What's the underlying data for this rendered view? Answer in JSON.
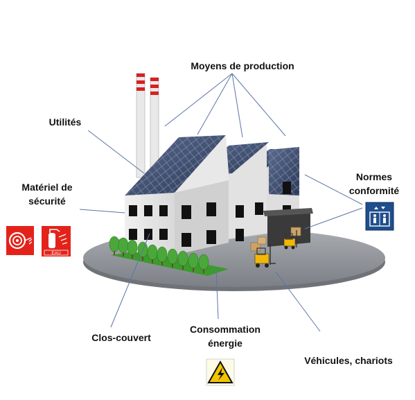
{
  "labels": {
    "moyens_production": "Moyens de production",
    "utilites": "Utilités",
    "materiel_securite_line1": "Matériel de",
    "materiel_securite_line2": "sécurité",
    "normes_line1": "Normes",
    "normes_line2": "conformité",
    "clos_couvert": "Clos-couvert",
    "consommation_line1": "Consommation",
    "consommation_line2": "énergie",
    "vehicules": "Véhicules, chariots"
  },
  "signs": {
    "extinguisher_caption": "EAU"
  },
  "icons": {
    "fire_hose": "fire-hose-reel-icon",
    "extinguisher": "fire-extinguisher-icon",
    "elevator": "elevator-icon",
    "electric_hazard": "electric-hazard-icon",
    "forklift": "forklift-icon"
  },
  "colors": {
    "callout_line": "#5b74a8",
    "fire_sign": "#e3231b",
    "norm_sign": "#1f4e8c",
    "hazard_yellow": "#f5c400",
    "solar_panel": "#3a4a6e",
    "ground": "#8f9398",
    "building_wall": "#e6e6e6"
  }
}
